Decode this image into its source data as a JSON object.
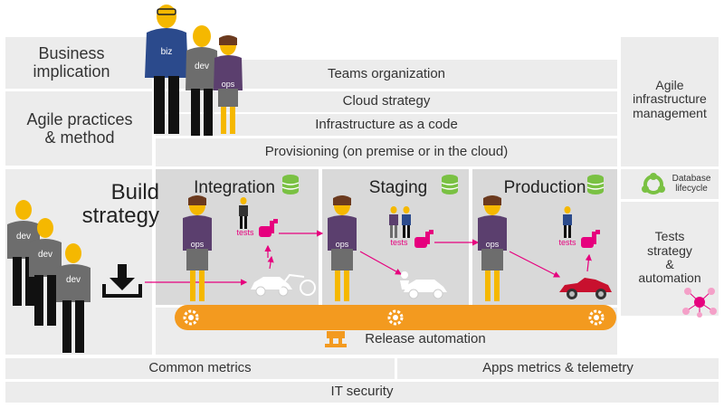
{
  "left": {
    "business": "Business\nimplication",
    "agile": "Agile practices\n& method",
    "build": "Build\nstrategy"
  },
  "rows": {
    "teams": "Teams organization",
    "cloud": "Cloud strategy",
    "iac": "Infrastructure as a code",
    "provisioning": "Provisioning (on premise or in the cloud)"
  },
  "right": {
    "infra": "Agile\ninfrastructure\nmanagement",
    "database": "Database\nlifecycle",
    "tests": "Tests\nstrategy\n&\nautomation"
  },
  "stages": {
    "integration": "Integration",
    "staging": "Staging",
    "production": "Production"
  },
  "bottom": {
    "release": "Release automation",
    "common_metrics": "Common metrics",
    "apps_metrics": "Apps metrics & telemetry",
    "security": "IT security"
  },
  "tags": {
    "biz": "biz",
    "dev": "dev",
    "ops": "ops",
    "tests": "tests"
  },
  "colors": {
    "accent_orange": "#f39a1f",
    "accent_pink": "#e6007e",
    "db_green": "#7ac143",
    "skin": "#f5b800",
    "ops_purple": "#5b3f6e",
    "dev_gray": "#6d6d6d",
    "biz_blue": "#2b4a8c"
  },
  "icons": [
    "download-icon",
    "gear-icon",
    "database-icon",
    "wrench-icon",
    "car-icon",
    "robot-arm-icon",
    "network-icon"
  ]
}
